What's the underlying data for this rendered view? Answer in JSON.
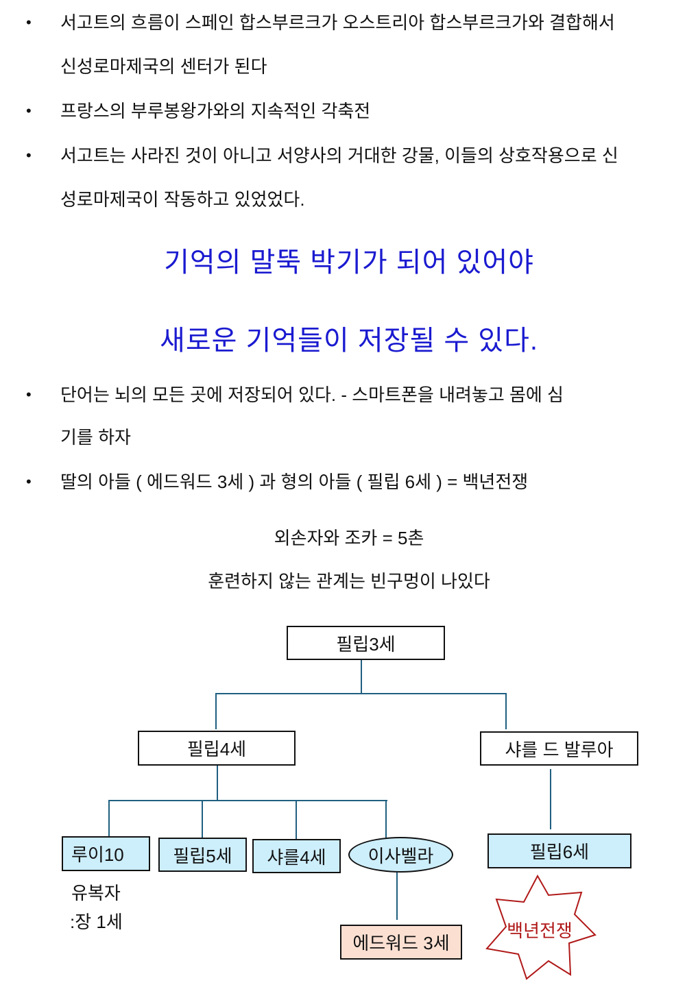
{
  "bullets_top": [
    {
      "lines": [
        "서고트의 흐름이 스페인 합스부르크가 오스트리아 합스부르크가와 결합해서",
        "신성로마제국의 센터가 된다"
      ]
    },
    {
      "lines": [
        "프랑스의 부루봉왕가와의 지속적인 각축전"
      ]
    },
    {
      "lines": [
        "서고트는 사라진 것이 아니고 서양사의 거대한 강물, 이들의 상호작용으로 신",
        "성로마제국이 작동하고 있었었다."
      ]
    }
  ],
  "headings": [
    "기억의 말뚝 박기가 되어 있어야",
    "새로운 기억들이 저장될 수 있다."
  ],
  "bullets_bottom": [
    {
      "lines": [
        "단어는 뇌의 모든 곳에 저장되어 있다. - 스마트폰을 내려놓고 몸에 심",
        "기를 하자"
      ]
    },
    {
      "lines": [
        "딸의 아들 ( 에드워드 3세 ) 과 형의 아들 ( 필립 6세 )  = 백년전쟁"
      ]
    }
  ],
  "centered_lines": [
    "외손자와 조카 = 5촌",
    "훈련하지 않는 관계는  빈구멍이 나있다"
  ],
  "tree": {
    "root": "필립3세",
    "left_child": "필립4세",
    "right_child": "샤를 드 발루아",
    "grandchildren": [
      "루이10",
      "필립5세",
      "샤를4세",
      "이사벨라"
    ],
    "right_grandchild": "필립6세",
    "great_grandchild": "에드워드 3세",
    "note_lines": [
      "유복자",
      ":장 1세"
    ],
    "war_label": "백년전쟁"
  },
  "colors": {
    "heading": "#1a1ad0",
    "connector": "#1f5f80",
    "box_blue": "#cdeefb",
    "box_peach": "#fbe0d2",
    "war": "#b01818"
  }
}
